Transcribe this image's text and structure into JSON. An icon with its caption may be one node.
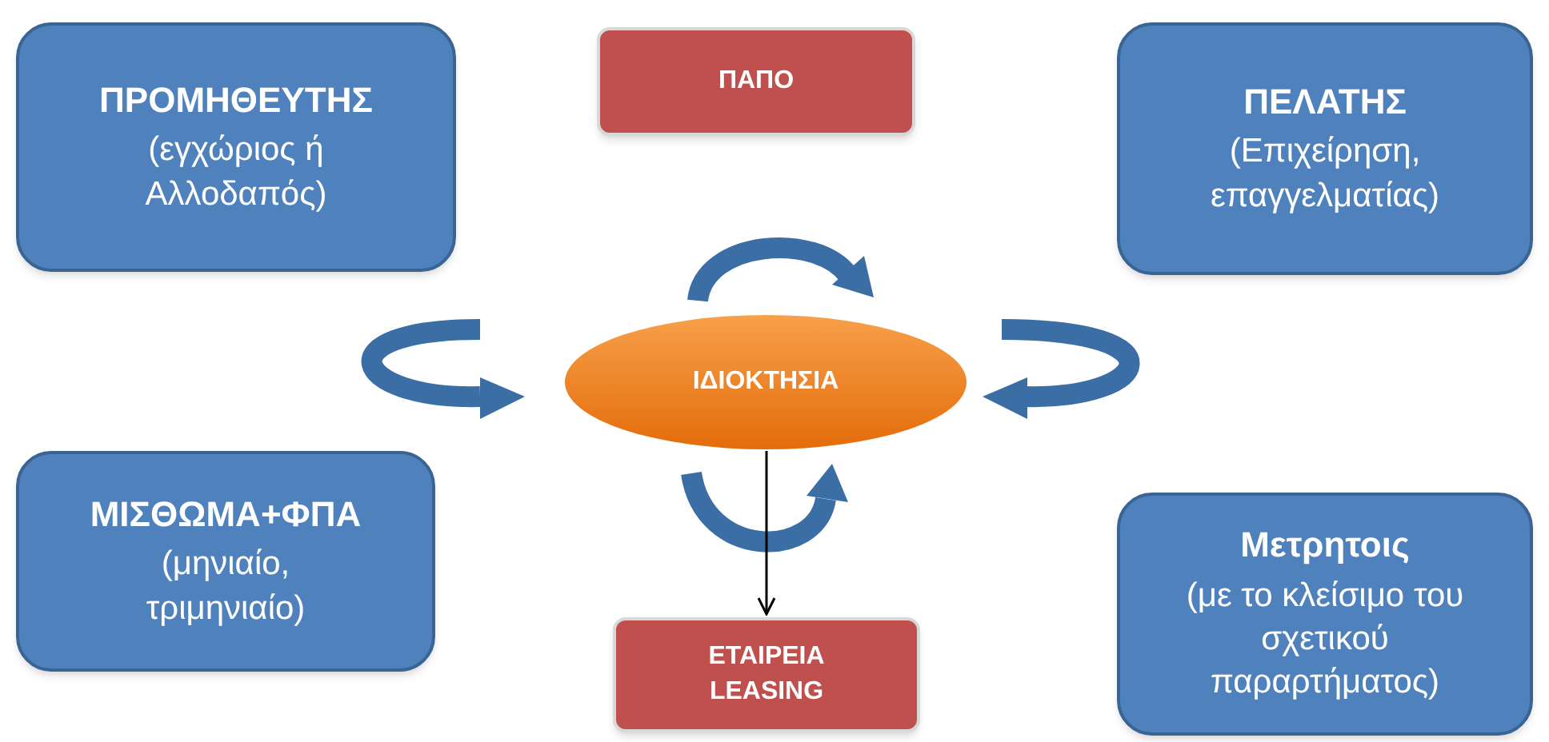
{
  "diagram": {
    "nodes": [
      {
        "text": [
          "ΠΡΟΜΗΘΕΥΤΗΣ",
          "(εγχώριος ή Αλλοδαπός)"
        ]
      },
      {
        "text": [
          "ΠΑΠΟ"
        ]
      },
      {
        "text": [
          "ΠΕΛΑΤΗΣ",
          "(Επιχείρηση, επαγγελματίας)"
        ]
      },
      {
        "text": [
          "ΙΔΙΟΚΤΗΣΙΑ"
        ]
      },
      {
        "text": [
          "ΜΙΣΘΩΜΑ+ΦΠΑ",
          "(μηνιαίο, τριμηνιαίο)"
        ]
      },
      {
        "text": [
          "ΕΤΑΙΡΕΙΑ LEASING"
        ]
      },
      {
        "text": [
          "Μετρητοις",
          "(με το κλείσιμο του σχετικού παραρτήματος)"
        ]
      }
    ],
    "edges": [
      {
        "from": 3,
        "to": 5,
        "arrow": "to"
      }
    ]
  }
}
